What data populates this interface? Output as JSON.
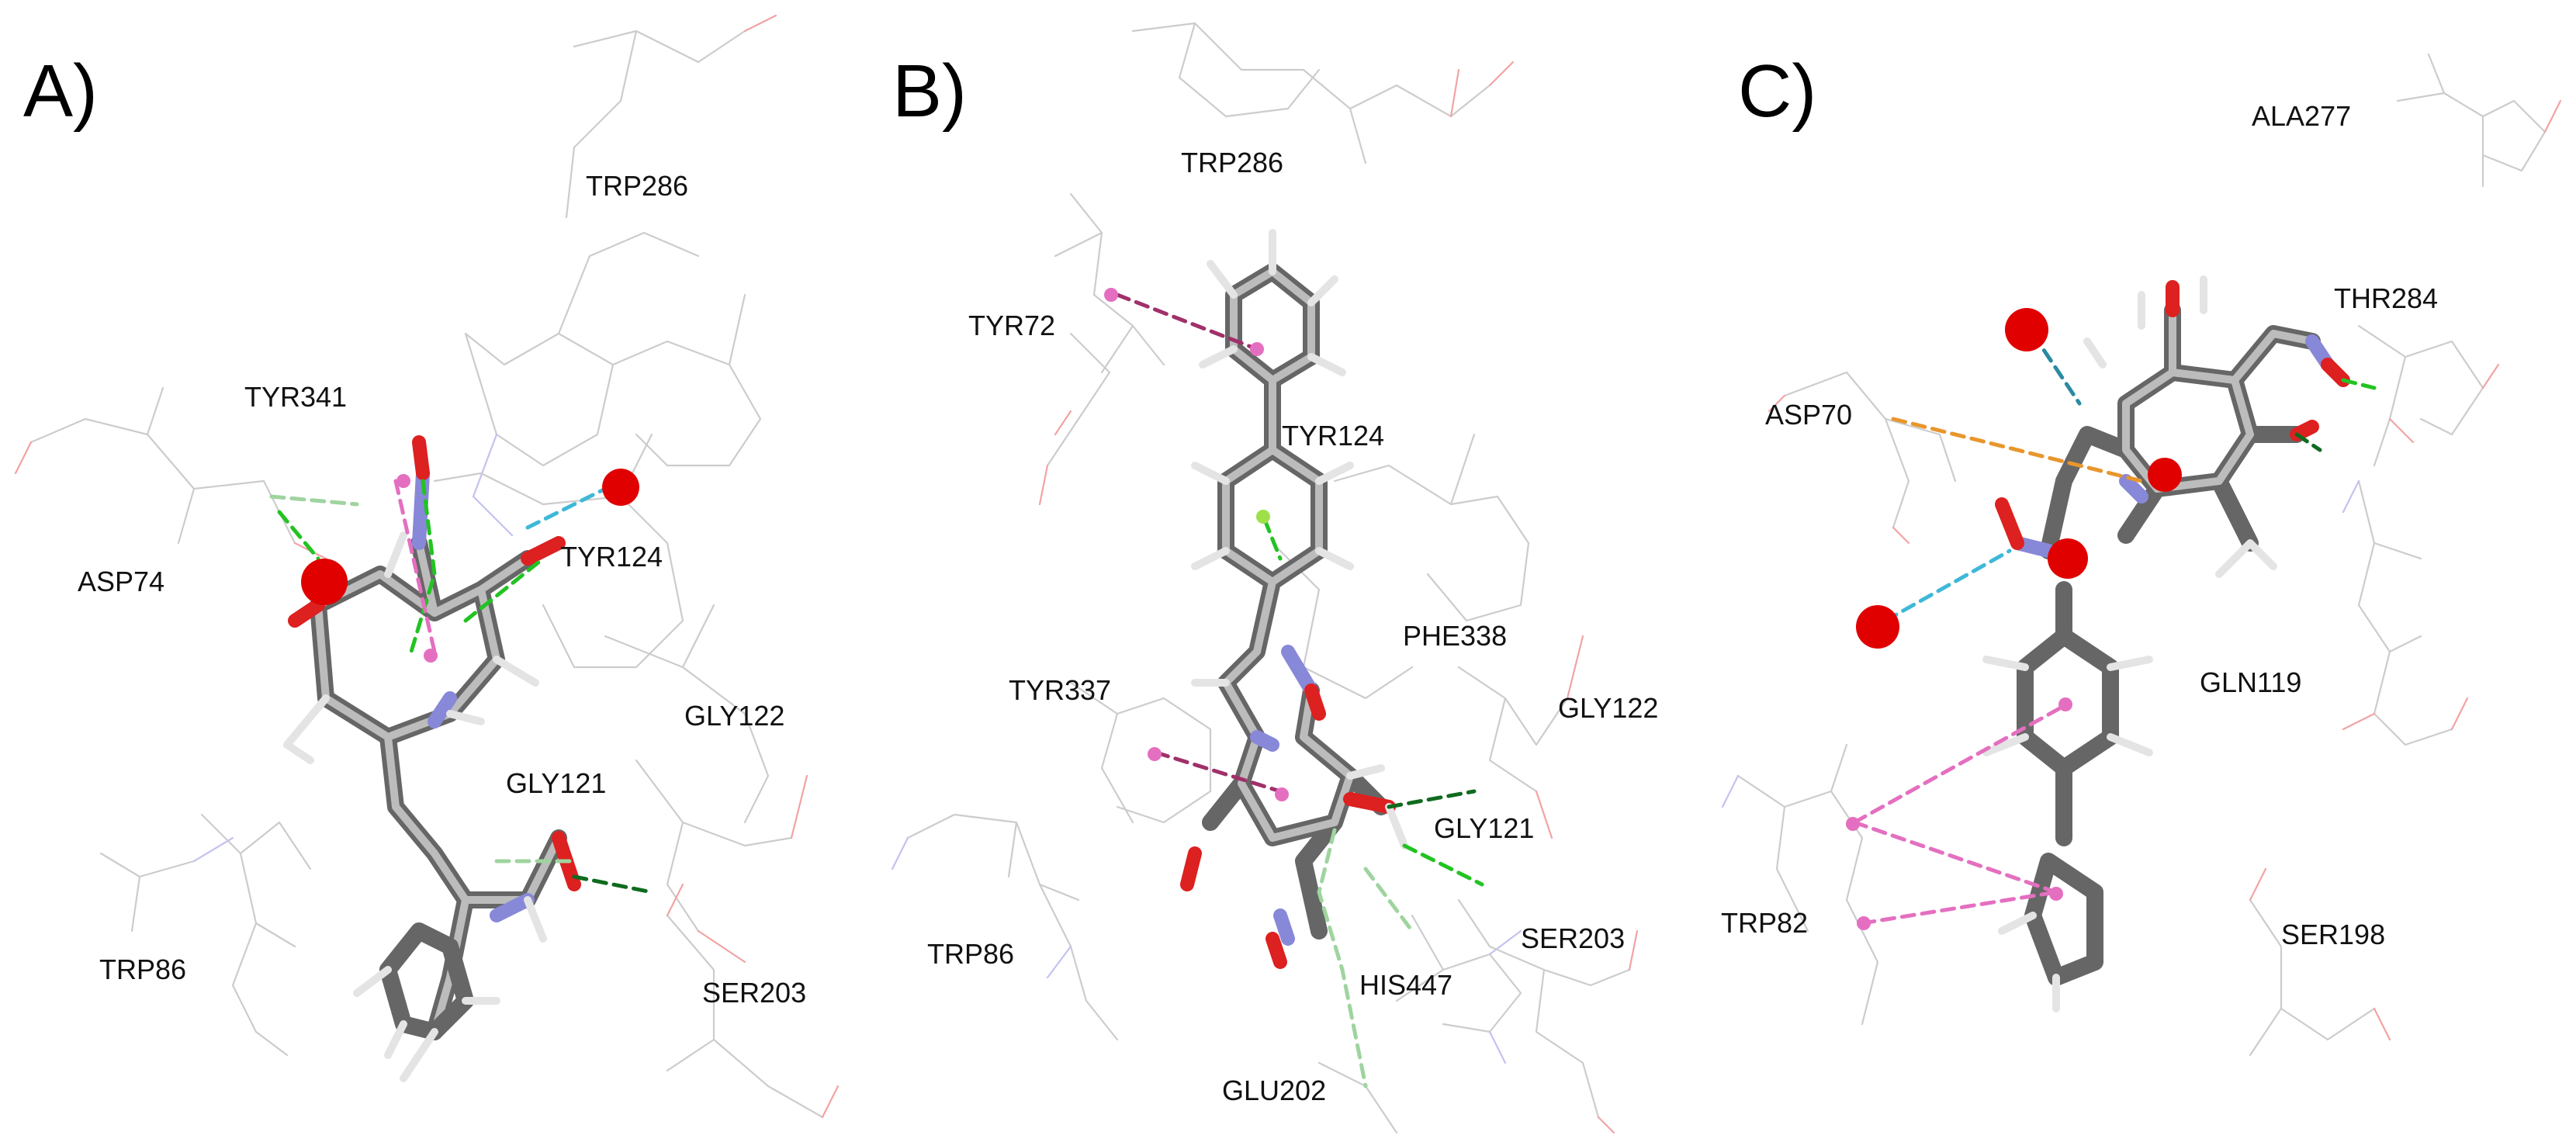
{
  "figure": {
    "panels": [
      {
        "letter": "A)",
        "labels": [
          "TRP286",
          "TYR341",
          "ASP74",
          "TYR124",
          "GLY122",
          "GLY121",
          "TRP86",
          "SER203"
        ]
      },
      {
        "letter": "B)",
        "labels": [
          "TRP286",
          "TYR72",
          "TYR124",
          "PHE338",
          "TYR337",
          "GLY122",
          "GLY121",
          "SER203",
          "TRP86",
          "HIS447",
          "GLU202"
        ]
      },
      {
        "letter": "C)",
        "labels": [
          "ALA277",
          "THR284",
          "ASP70",
          "GLN119",
          "TRP82",
          "SER198"
        ]
      }
    ]
  },
  "colors": {
    "carbon": "#7f7f7f",
    "carbon_light": "#cfcfcf",
    "oxygen": "#e2211c",
    "nitrogen": "#8d8de0",
    "hydrogen": "#e6e6e6",
    "residue_wire": "#c8c8c8",
    "hbond_green": "#22c322",
    "hbond_dark_green": "#0f6b1f",
    "hbond_pale_green": "#9fd49f",
    "water_bridge_cyan": "#3fb8d8",
    "pi_pink": "#e46fc0",
    "pi_magenta": "#a0306a",
    "salt_bridge_orange": "#e8962c",
    "water_red": "#e00000"
  },
  "icons": [
    "water-sphere-icon",
    "ligand-stick-icon",
    "interaction-dash-icon"
  ]
}
